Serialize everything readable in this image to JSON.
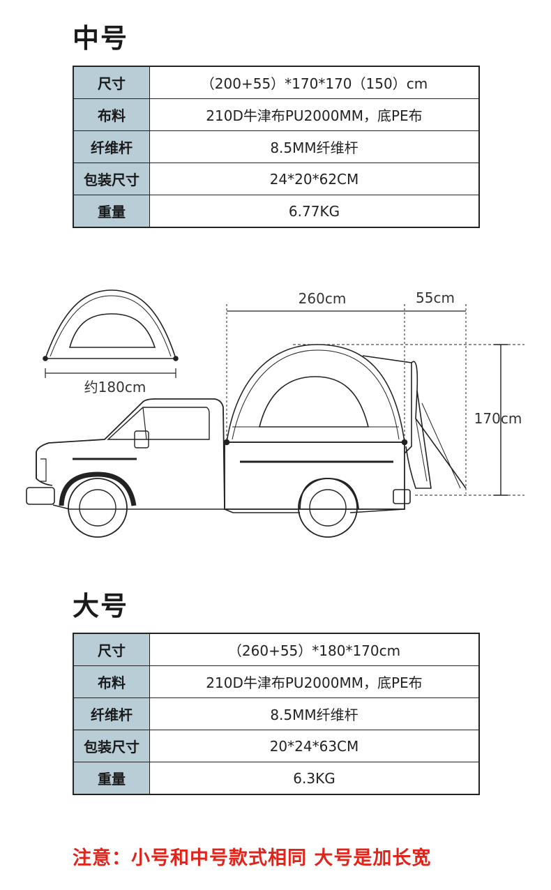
{
  "medium": {
    "title": "中号",
    "rows": [
      {
        "key": "尺寸",
        "value": "（200+55）*170*170（150）cm"
      },
      {
        "key": "布料",
        "value": "210D牛津布PU2000MM，底PE布"
      },
      {
        "key": "纤维杆",
        "value": "8.5MM纤维杆"
      },
      {
        "key": "包装尺寸",
        "value": "24*20*62CM"
      },
      {
        "key": "重量",
        "value": "6.77KG"
      }
    ]
  },
  "diagram": {
    "small_tent_width": "约180cm",
    "bed_length": "260cm",
    "extension_length": "55cm",
    "height": "170cm"
  },
  "large": {
    "title": "大号",
    "rows": [
      {
        "key": "尺寸",
        "value": "（260+55）*180*170cm"
      },
      {
        "key": "布料",
        "value": "210D牛津布PU2000MM，底PE布"
      },
      {
        "key": "纤维杆",
        "value": "8.5MM纤维杆"
      },
      {
        "key": "包装尺寸",
        "value": "20*24*63CM"
      },
      {
        "key": "重量",
        "value": "6.3KG"
      }
    ]
  },
  "note": "注意：小号和中号款式相同 大号是加长宽",
  "colors": {
    "header_cell": "#b8cdd6",
    "note": "#e2231a"
  }
}
